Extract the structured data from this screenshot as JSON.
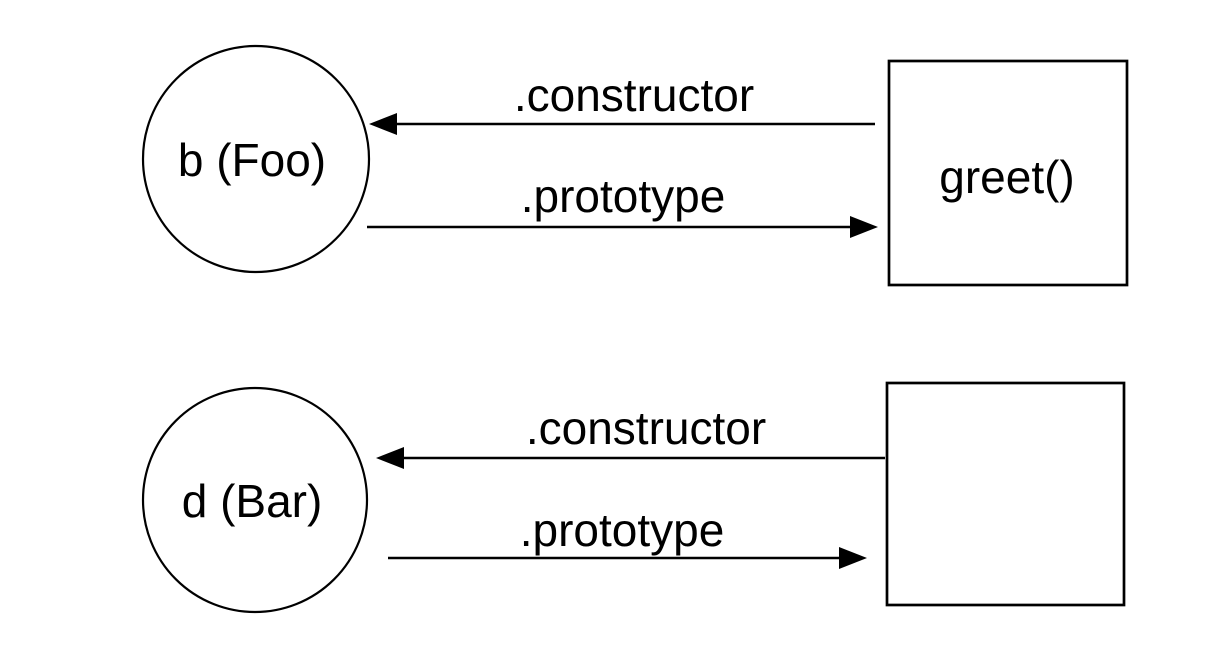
{
  "diagram": {
    "colors": {
      "background": "#ffffff",
      "stroke": "#000000",
      "text": "#000000"
    },
    "rows": [
      {
        "object_label": "b (Foo)",
        "constructor_arrow_label": ".constructor",
        "prototype_arrow_label": ".prototype",
        "function_box_label": "greet()"
      },
      {
        "object_label": "d (Bar)",
        "constructor_arrow_label": ".constructor",
        "prototype_arrow_label": ".prototype",
        "function_box_label": ""
      }
    ]
  }
}
